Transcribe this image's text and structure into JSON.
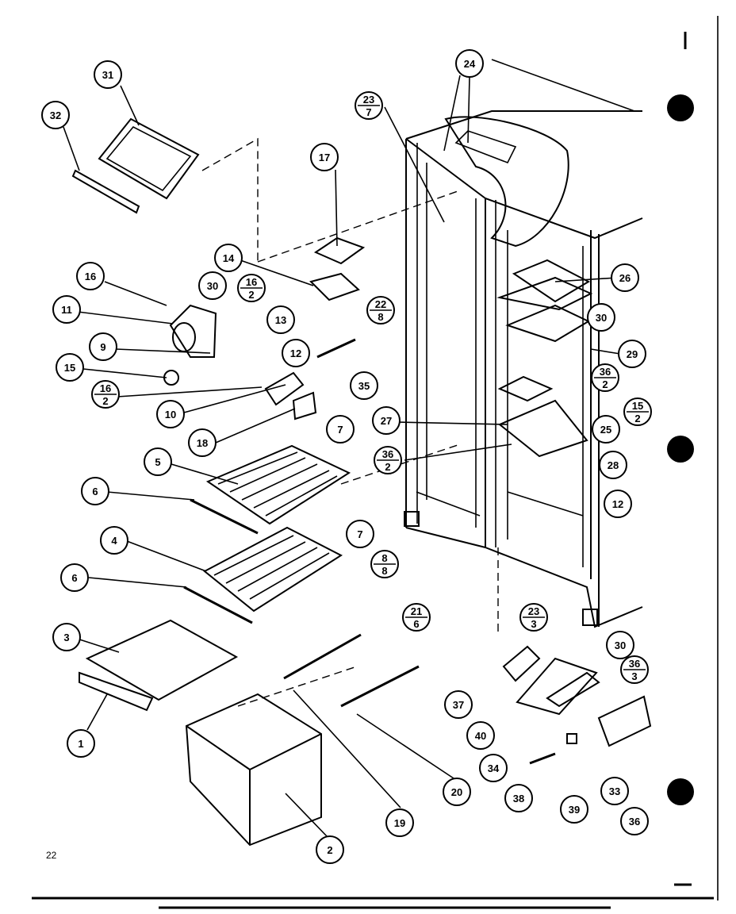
{
  "page_number": "22",
  "callouts": [
    {
      "id": "c31",
      "label": "31"
    },
    {
      "id": "c32",
      "label": "32"
    },
    {
      "id": "c24",
      "label": "24"
    },
    {
      "id": "c23_7",
      "top": "23",
      "bottom": "7"
    },
    {
      "id": "c17",
      "label": "17"
    },
    {
      "id": "c14",
      "label": "14"
    },
    {
      "id": "c16a",
      "label": "16"
    },
    {
      "id": "c16_2a",
      "top": "16",
      "bottom": "2"
    },
    {
      "id": "c30a",
      "label": "30"
    },
    {
      "id": "c11",
      "label": "11"
    },
    {
      "id": "c13",
      "label": "13"
    },
    {
      "id": "c22_8",
      "top": "22",
      "bottom": "8"
    },
    {
      "id": "c26",
      "label": "26"
    },
    {
      "id": "c9",
      "label": "9"
    },
    {
      "id": "c12a",
      "label": "12"
    },
    {
      "id": "c30b",
      "label": "30"
    },
    {
      "id": "c15",
      "label": "15"
    },
    {
      "id": "c29",
      "label": "29"
    },
    {
      "id": "c36_2a",
      "top": "36",
      "bottom": "2"
    },
    {
      "id": "c16_2b",
      "top": "16",
      "bottom": "2"
    },
    {
      "id": "c35",
      "label": "35"
    },
    {
      "id": "c15_2",
      "top": "15",
      "bottom": "2"
    },
    {
      "id": "c10",
      "label": "10"
    },
    {
      "id": "c25",
      "label": "25"
    },
    {
      "id": "c27",
      "label": "27"
    },
    {
      "id": "c18",
      "label": "18"
    },
    {
      "id": "c7a",
      "label": "7"
    },
    {
      "id": "c36_2b",
      "top": "36",
      "bottom": "2"
    },
    {
      "id": "c28",
      "label": "28"
    },
    {
      "id": "c5",
      "label": "5"
    },
    {
      "id": "c6a",
      "label": "6"
    },
    {
      "id": "c12b",
      "label": "12"
    },
    {
      "id": "c7b",
      "label": "7"
    },
    {
      "id": "c4",
      "label": "4"
    },
    {
      "id": "c8_8",
      "top": "8",
      "bottom": "8"
    },
    {
      "id": "c6b",
      "label": "6"
    },
    {
      "id": "c23_3",
      "top": "23",
      "bottom": "3"
    },
    {
      "id": "c21_6",
      "top": "21",
      "bottom": "6"
    },
    {
      "id": "c3",
      "label": "3"
    },
    {
      "id": "c30c",
      "label": "30"
    },
    {
      "id": "c36_3",
      "top": "36",
      "bottom": "3"
    },
    {
      "id": "c37",
      "label": "37"
    },
    {
      "id": "c40",
      "label": "40"
    },
    {
      "id": "c1",
      "label": "1"
    },
    {
      "id": "c34",
      "label": "34"
    },
    {
      "id": "c20",
      "label": "20"
    },
    {
      "id": "c38",
      "label": "38"
    },
    {
      "id": "c33",
      "label": "33"
    },
    {
      "id": "c39",
      "label": "39"
    },
    {
      "id": "c19",
      "label": "19"
    },
    {
      "id": "c36",
      "label": "36"
    },
    {
      "id": "c2",
      "label": "2"
    }
  ]
}
